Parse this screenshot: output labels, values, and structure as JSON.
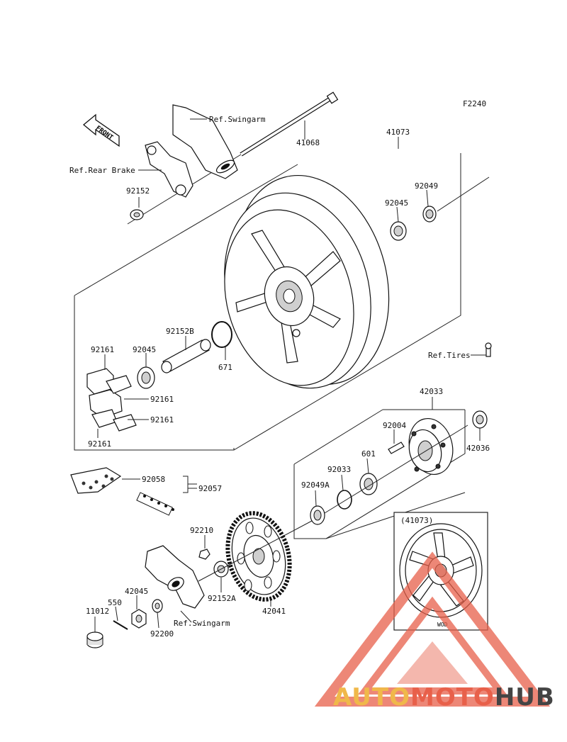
{
  "figure_code": "F2240",
  "front_arrow_text": "FRONT",
  "inset_label": "(41073)",
  "inset_small_text": "WOD",
  "labels": {
    "ref_swingarm_top": "Ref.Swingarm",
    "p41068": "41068",
    "p41073": "41073",
    "ref_rear_brake": "Ref.Rear Brake",
    "p92152": "92152",
    "p92049": "92049",
    "p92045_top": "92045",
    "p92152b": "92152B",
    "p92161_a": "92161",
    "p92045_left": "92045",
    "p671": "671",
    "ref_tires": "Ref.Tires",
    "p92161_b": "92161",
    "p92161_c": "92161",
    "p92161_d": "92161",
    "p42033": "42033",
    "p92004": "92004",
    "p42036": "42036",
    "p92033": "92033",
    "p601": "601",
    "p92058": "92058",
    "p92057": "92057",
    "p92049a": "92049A",
    "p92210": "92210",
    "p42045": "42045",
    "p550": "550",
    "p11012": "11012",
    "p92152a": "92152A",
    "ref_swingarm_bottom": "Ref.Swingarm",
    "p92200": "92200",
    "p42041": "42041"
  },
  "watermark": {
    "part1": "AUTO",
    "part2": "MOTO",
    "part3": "HUB",
    "color_auto": "#f0b84a",
    "color_moto": "#e8604a",
    "color_hub": "#444444",
    "triangle_color": "#e8604a"
  }
}
